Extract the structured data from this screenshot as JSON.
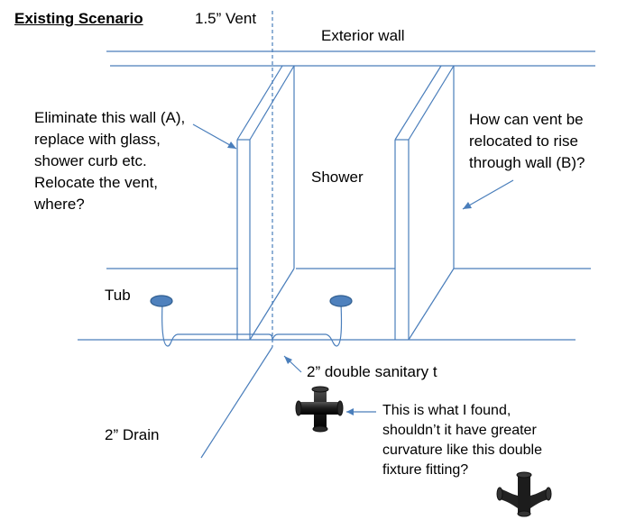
{
  "title": "Existing Scenario",
  "vent_label": "1.5” Vent",
  "exterior_wall_label": "Exterior wall",
  "wall_a_note": "Eliminate this wall (A),\nreplace with glass,\nshower curb etc.\nRelocate the vent,\nwhere?",
  "shower_label": "Shower",
  "wall_b_note": "How can vent be\nrelocated to rise\nthrough wall (B)?",
  "tub_label": "Tub",
  "double_sanitary_label": "2” double sanitary t",
  "drain_label": "2” Drain",
  "found_note": "This is what I found,\nshouldn’t it have greater\ncurvature like this double\nfixture fitting?",
  "colors": {
    "line": "#4a7ebb",
    "drain_cap": "#4f81bd",
    "fitting": "#1c1c1c"
  },
  "icons": {
    "sanitary_tee": "double-sanitary-tee-fitting-icon",
    "fixture_fitting": "double-fixture-fitting-icon"
  }
}
